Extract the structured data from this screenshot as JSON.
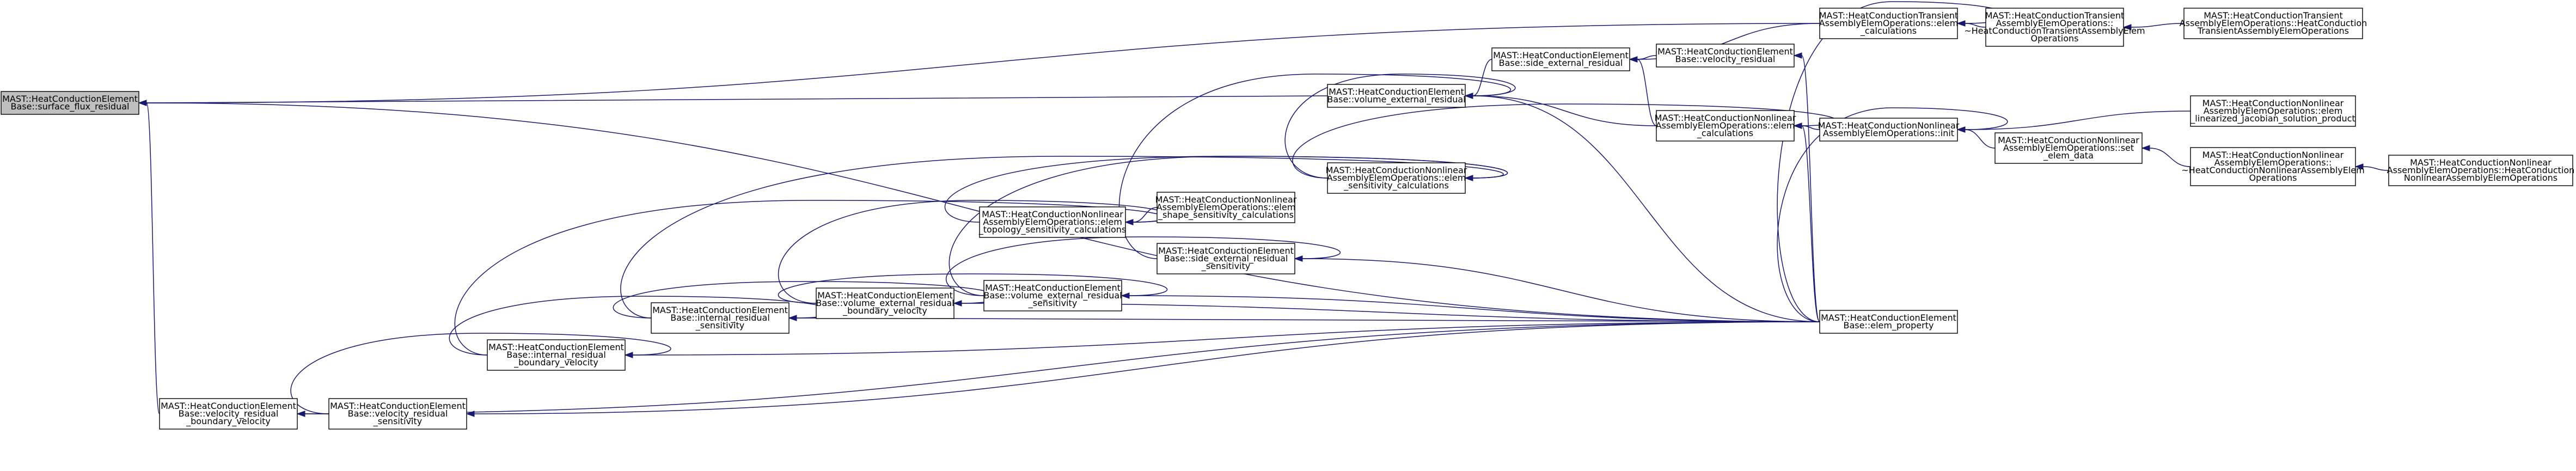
{
  "graph": {
    "colors": {
      "edge": "#191970",
      "node_fill": "#ffffff",
      "root_fill": "#bfbfbf",
      "node_stroke": "#000000",
      "text": "#000000"
    },
    "nodes": [
      {
        "id": "n0",
        "root": true,
        "lines": [
          "MAST::HeatConductionElement",
          "Base::surface_flux_residual"
        ]
      },
      {
        "id": "n1",
        "lines": [
          "MAST::HeatConductionElement",
          "Base::volume_external_residual"
        ]
      },
      {
        "id": "n2",
        "lines": [
          "MAST::HeatConductionElement",
          "Base::side_external_residual"
        ]
      },
      {
        "id": "n3",
        "lines": [
          "MAST::HeatConductionTransient",
          "AssemblyElemOperations::elem",
          "_calculations"
        ]
      },
      {
        "id": "n4",
        "lines": [
          "MAST::HeatConductionTransient",
          "AssemblyElemOperations::",
          "~HeatConductionTransientAssemblyElem",
          "Operations"
        ]
      },
      {
        "id": "n5",
        "lines": [
          "MAST::HeatConductionTransient",
          "AssemblyElemOperations::HeatConduction",
          "TransientAssemblyElemOperations"
        ]
      },
      {
        "id": "n6",
        "lines": [
          "MAST::HeatConductionElement",
          "Base::velocity_residual"
        ]
      },
      {
        "id": "n7",
        "lines": [
          "MAST::HeatConductionNonlinear",
          "AssemblyElemOperations::elem",
          "_calculations"
        ]
      },
      {
        "id": "n8",
        "lines": [
          "MAST::HeatConductionNonlinear",
          "AssemblyElemOperations::init"
        ]
      },
      {
        "id": "n9",
        "lines": [
          "MAST::HeatConductionNonlinear",
          "AssemblyElemOperations::set",
          "_elem_data"
        ]
      },
      {
        "id": "n10",
        "lines": [
          "MAST::HeatConductionNonlinear",
          "AssemblyElemOperations::elem",
          "_linearized_jacobian_solution_product"
        ]
      },
      {
        "id": "n11",
        "lines": [
          "MAST::HeatConductionNonlinear",
          "AssemblyElemOperations::",
          "~HeatConductionNonlinearAssemblyElem",
          "Operations"
        ]
      },
      {
        "id": "n12",
        "lines": [
          "MAST::HeatConductionNonlinear",
          "AssemblyElemOperations::HeatConduction",
          "NonlinearAssemblyElemOperations"
        ]
      },
      {
        "id": "n13",
        "lines": [
          "MAST::HeatConductionNonlinear",
          "AssemblyElemOperations::elem",
          "_sensitivity_calculations"
        ]
      },
      {
        "id": "n14",
        "lines": [
          "MAST::HeatConductionNonlinear",
          "AssemblyElemOperations::elem",
          "_topology_sensitivity_calculations"
        ]
      },
      {
        "id": "n15",
        "lines": [
          "MAST::HeatConductionNonlinear",
          "AssemblyElemOperations::elem",
          "_shape_sensitivity_calculations"
        ]
      },
      {
        "id": "n16",
        "lines": [
          "MAST::HeatConductionElement",
          "Base::side_external_residual",
          "_sensitivity"
        ]
      },
      {
        "id": "n17",
        "lines": [
          "MAST::HeatConductionElement",
          "Base::volume_external_residual",
          "_sensitivity"
        ]
      },
      {
        "id": "n18",
        "lines": [
          "MAST::HeatConductionElement",
          "Base::volume_external_residual",
          "_boundary_velocity"
        ]
      },
      {
        "id": "n19",
        "lines": [
          "MAST::HeatConductionElement",
          "Base::internal_residual",
          "_sensitivity"
        ]
      },
      {
        "id": "n20",
        "lines": [
          "MAST::HeatConductionElement",
          "Base::internal_residual",
          "_boundary_velocity"
        ]
      },
      {
        "id": "n21",
        "lines": [
          "MAST::HeatConductionElement",
          "Base::elem_property"
        ]
      },
      {
        "id": "n22",
        "lines": [
          "MAST::HeatConductionElement",
          "Base::velocity_residual",
          "_boundary_velocity"
        ]
      },
      {
        "id": "n23",
        "lines": [
          "MAST::HeatConductionElement",
          "Base::velocity_residual",
          "_sensitivity"
        ]
      }
    ],
    "edges": [
      {
        "from": "n1",
        "to": "n0"
      },
      {
        "from": "n2",
        "to": "n1"
      },
      {
        "from": "n3",
        "to": "n2"
      },
      {
        "from": "n3",
        "to": "n0"
      },
      {
        "from": "n4",
        "to": "n3"
      },
      {
        "from": "n5",
        "to": "n4"
      },
      {
        "from": "n6",
        "to": "n2"
      },
      {
        "from": "n7",
        "to": "n1"
      },
      {
        "from": "n7",
        "to": "n2"
      },
      {
        "from": "n8",
        "to": "n7"
      },
      {
        "from": "n9",
        "to": "n8"
      },
      {
        "from": "n10",
        "to": "n8"
      },
      {
        "from": "n11",
        "to": "n9"
      },
      {
        "from": "n12",
        "to": "n11"
      },
      {
        "from": "n13",
        "to": "n1"
      },
      {
        "from": "n13",
        "to": "n7"
      },
      {
        "from": "n14",
        "to": "n13"
      },
      {
        "from": "n15",
        "to": "n14"
      },
      {
        "from": "n16",
        "to": "n1"
      },
      {
        "from": "n17",
        "to": "n16"
      },
      {
        "from": "n17",
        "to": "n13"
      },
      {
        "from": "n18",
        "to": "n17"
      },
      {
        "from": "n18",
        "to": "n14"
      },
      {
        "from": "n19",
        "to": "n18"
      },
      {
        "from": "n19",
        "to": "n13"
      },
      {
        "from": "n20",
        "to": "n19"
      },
      {
        "from": "n20",
        "to": "n14"
      },
      {
        "from": "n21",
        "to": "n3"
      },
      {
        "from": "n21",
        "to": "n6"
      },
      {
        "from": "n21",
        "to": "n7"
      },
      {
        "from": "n21",
        "to": "n8"
      },
      {
        "from": "n21",
        "to": "n1"
      },
      {
        "from": "n21",
        "to": "n0"
      },
      {
        "from": "n21",
        "to": "n16"
      },
      {
        "from": "n21",
        "to": "n17"
      },
      {
        "from": "n21",
        "to": "n18"
      },
      {
        "from": "n21",
        "to": "n19"
      },
      {
        "from": "n21",
        "to": "n20"
      },
      {
        "from": "n21",
        "to": "n22"
      },
      {
        "from": "n21",
        "to": "n23"
      },
      {
        "from": "n22",
        "to": "n0"
      },
      {
        "from": "n23",
        "to": "n20"
      },
      {
        "from": "n23",
        "to": "n22"
      }
    ]
  }
}
